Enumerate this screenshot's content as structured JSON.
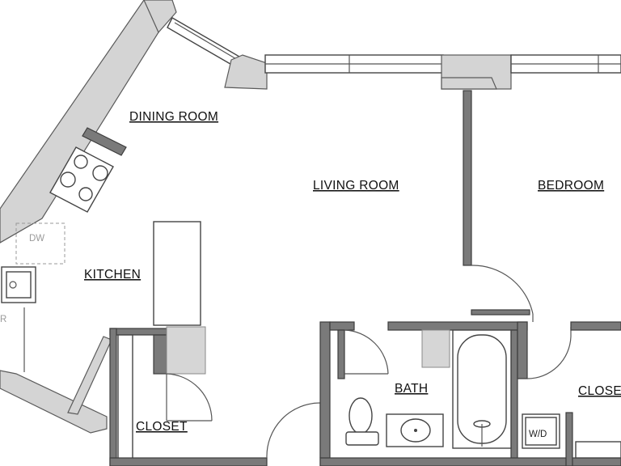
{
  "rooms": {
    "dining_room": "DINING ROOM",
    "living_room": "LIVING ROOM",
    "bedroom": "BEDROOM",
    "kitchen": "KITCHEN",
    "bath": "BATH",
    "closet_left": "CLOSET",
    "closet_right": "CLOSE"
  },
  "fixtures": {
    "dishwasher": "DW",
    "refrigerator_partial": "R",
    "washer_dryer": "W/D"
  },
  "colors": {
    "wall": "#7a7a7a",
    "wall_light": "#d4d4d4",
    "background": "#ffffff"
  }
}
